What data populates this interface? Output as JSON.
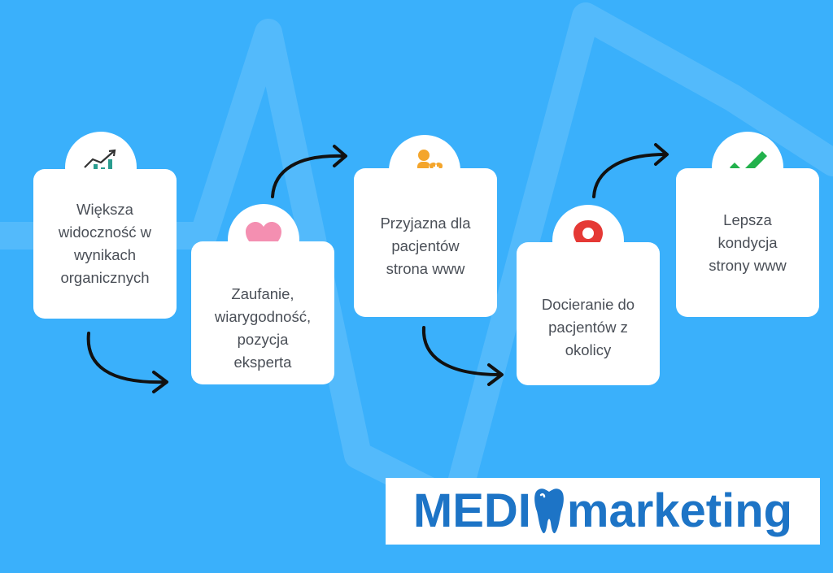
{
  "colors": {
    "background": "#3ab0fb",
    "card": "#ffffff",
    "card_text": "#4a4f57",
    "arrow": "#111111",
    "logo_blue": "#1d74c6",
    "heart": "#f48fb1",
    "pin": "#e53935",
    "check": "#22b14c",
    "person_orange": "#f4a52b"
  },
  "steps": [
    {
      "icon": "growth-chart-icon",
      "text": "Większa\nwidoczność w\nwynikach\norganicznych"
    },
    {
      "icon": "heart-icon",
      "text": "Zaufanie,\nwiarygodność,\npozycja\neksperta"
    },
    {
      "icon": "patient-care-icon",
      "text": "Przyjazna dla\npacjentów\nstrona www"
    },
    {
      "icon": "location-pin-icon",
      "text": "Docieranie do\npacjentów z\nokolicy"
    },
    {
      "icon": "checkmark-icon",
      "text": "Lepsza\nkondycja\nstrony www"
    }
  ],
  "logo": {
    "part1": "MEDI",
    "icon": "tooth-icon",
    "part2": "marketing"
  }
}
